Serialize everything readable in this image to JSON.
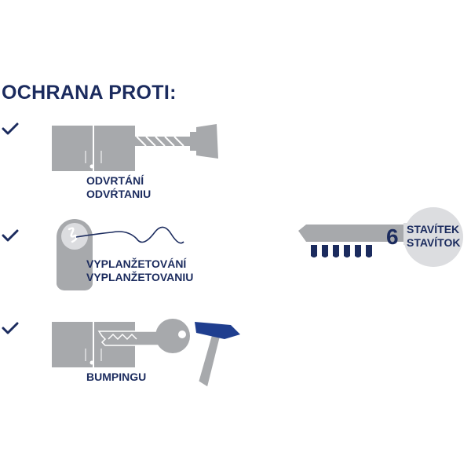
{
  "heading": "OCHRANA PROTI:",
  "features": [
    {
      "lines": [
        "ODVRTÁNÍ",
        "ODVŔTANIU"
      ]
    },
    {
      "lines": [
        "VYPLANŽETOVÁNÍ",
        "VYPLANŽETOVANIU"
      ]
    },
    {
      "lines": [
        "BUMPINGU"
      ]
    }
  ],
  "pins": {
    "count": "6",
    "lines": [
      "STAVÍTEK",
      "STAVÍTOK"
    ]
  },
  "colors": {
    "navy": "#1b2b5e",
    "gray": "#a7a9ac",
    "light_gray": "#dcdde0",
    "blue": "#1f3e8f"
  },
  "icons": [
    "check-icon",
    "drill-icon",
    "keyhole-icon",
    "key-icon",
    "hammer-icon",
    "key-blade-icon"
  ]
}
